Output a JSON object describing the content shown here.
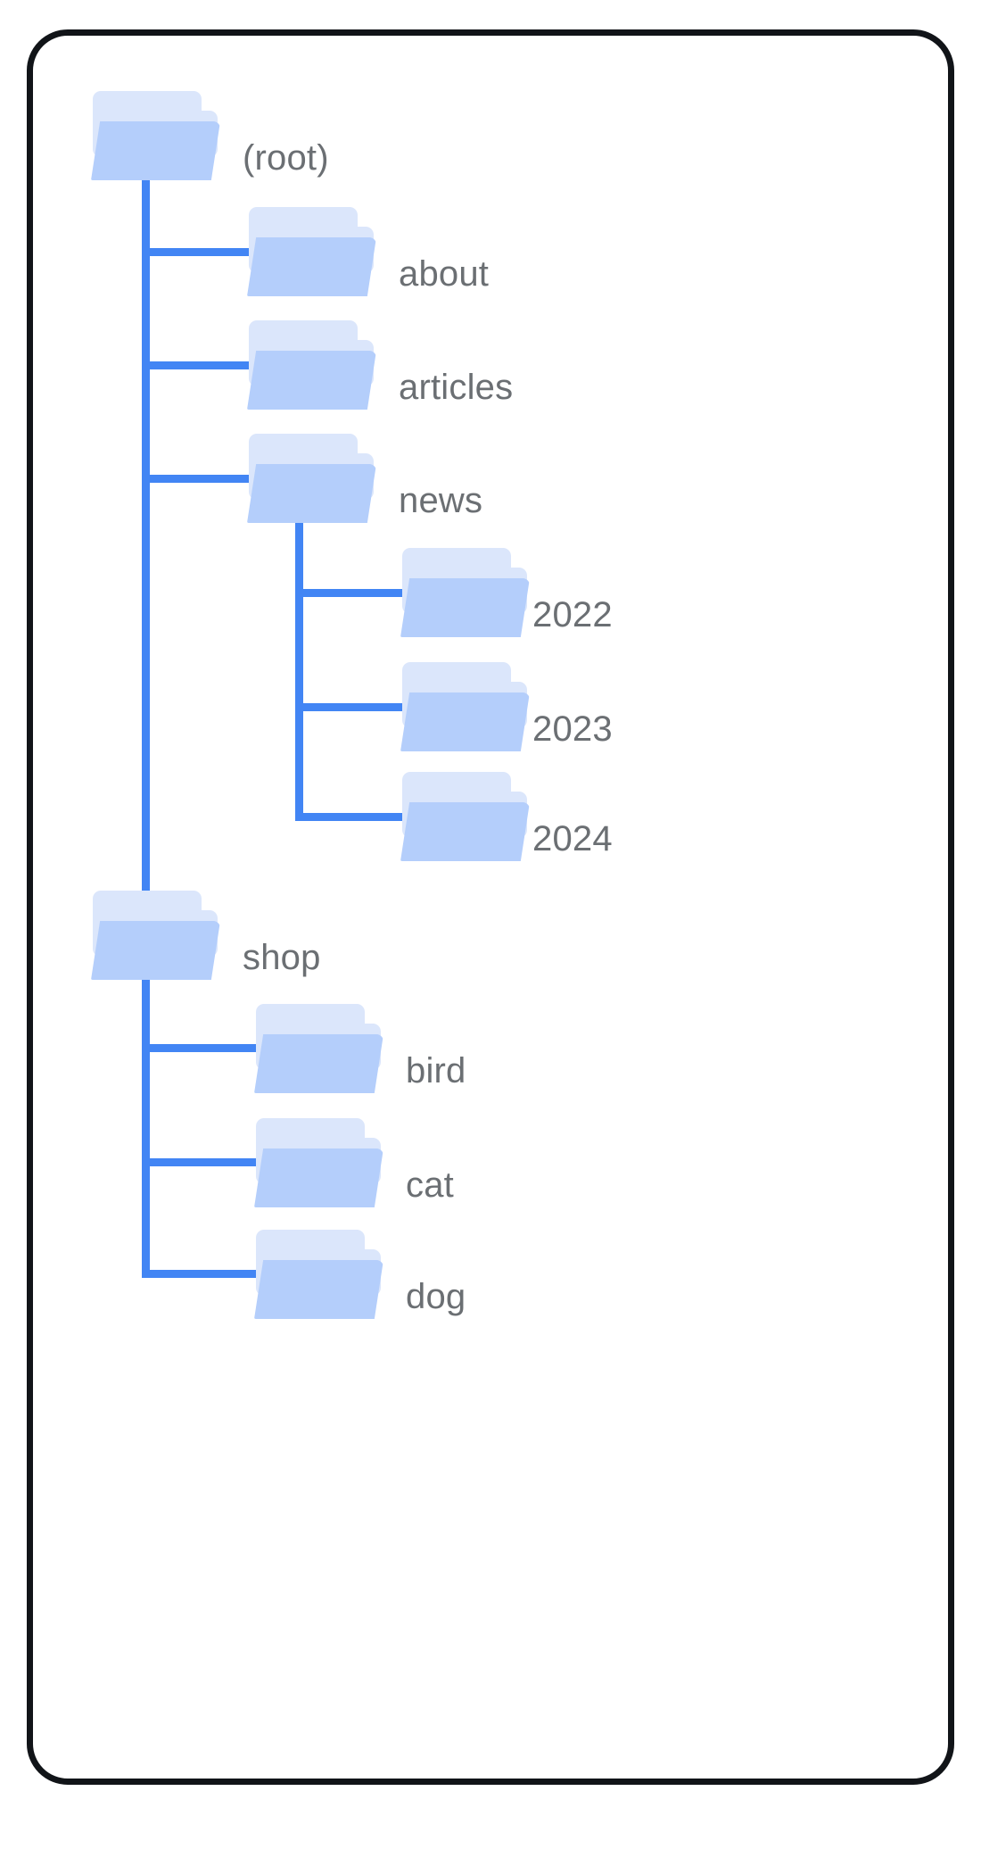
{
  "diagram": {
    "type": "folder-tree",
    "title": "",
    "colors": {
      "connector": "#4285f4",
      "folder_front": "#b4cefb",
      "folder_back": "#dbe6fb",
      "label_text": "#6b6f73",
      "card_border": "#111418",
      "background": "#ffffff"
    },
    "nodes": [
      {
        "id": "root",
        "label": "(root)",
        "depth": 0,
        "parent": null
      },
      {
        "id": "about",
        "label": "about",
        "depth": 1,
        "parent": "root"
      },
      {
        "id": "articles",
        "label": "articles",
        "depth": 1,
        "parent": "root"
      },
      {
        "id": "news",
        "label": "news",
        "depth": 1,
        "parent": "root"
      },
      {
        "id": "y2022",
        "label": "2022",
        "depth": 2,
        "parent": "news"
      },
      {
        "id": "y2023",
        "label": "2023",
        "depth": 2,
        "parent": "news"
      },
      {
        "id": "y2024",
        "label": "2024",
        "depth": 2,
        "parent": "news"
      },
      {
        "id": "shop",
        "label": "shop",
        "depth": 1,
        "parent": "root"
      },
      {
        "id": "bird",
        "label": "bird",
        "depth": 2,
        "parent": "shop"
      },
      {
        "id": "cat",
        "label": "cat",
        "depth": 2,
        "parent": "shop"
      },
      {
        "id": "dog",
        "label": "dog",
        "depth": 2,
        "parent": "shop"
      }
    ]
  }
}
